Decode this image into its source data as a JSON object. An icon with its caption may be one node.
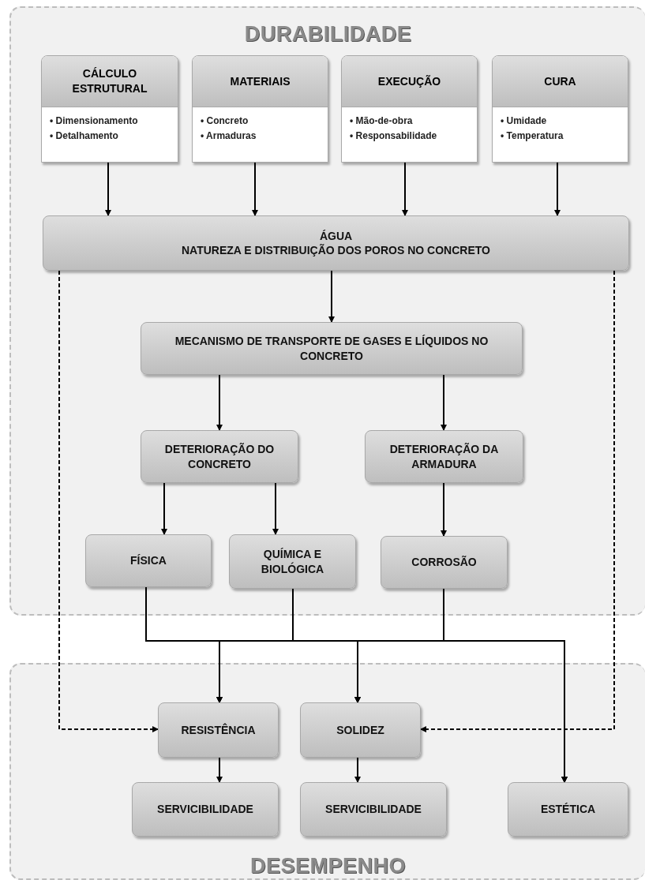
{
  "diagram": {
    "nodes": [
      {
        "text": [
          "DURABILIDADE"
        ]
      },
      {
        "text": [
          "CÁLCULO ESTRUTURAL",
          "• Dimensionamento",
          "• Detalhamento"
        ],
        "in": 0
      },
      {
        "text": [
          "MATERIAIS",
          "• Concreto",
          "• Armaduras"
        ],
        "in": 0
      },
      {
        "text": [
          "EXECUÇÃO",
          "• Mão-de-obra",
          "• Responsabilidade"
        ],
        "in": 0
      },
      {
        "text": [
          "CURA",
          "• Umidade",
          "• Temperatura"
        ],
        "in": 0
      },
      {
        "text": [
          "ÁGUA",
          "NATUREZA E DISTRIBUIÇÃO DOS POROS NO CONCRETO"
        ],
        "in": 0
      },
      {
        "text": [
          "MECANISMO DE TRANSPORTE DE GASES E LÍQUIDOS NO CONCRETO"
        ],
        "in": 0
      },
      {
        "text": [
          "DETERIORAÇÃO DO CONCRETO"
        ],
        "in": 0
      },
      {
        "text": [
          "DETERIORAÇÃO DA ARMADURA"
        ],
        "in": 0
      },
      {
        "text": [
          "FÍSICA"
        ],
        "in": 0
      },
      {
        "text": [
          "QUÍMICA E BIOLÓGICA"
        ],
        "in": 0
      },
      {
        "text": [
          "CORROSÃO"
        ],
        "in": 0
      },
      {
        "text": [
          "DESEMPENHO"
        ]
      },
      {
        "text": [
          "RESISTÊNCIA"
        ],
        "in": 12
      },
      {
        "text": [
          "SOLIDEZ"
        ],
        "in": 12
      },
      {
        "text": [
          "SERVICIBILIDADE"
        ],
        "in": 12
      },
      {
        "text": [
          "SERVICIBILIDADE"
        ],
        "in": 12
      },
      {
        "text": [
          "ESTÉTICA"
        ],
        "in": 12
      }
    ],
    "edges": [
      {
        "from": 1,
        "to": 5,
        "arrow": "to"
      },
      {
        "from": 2,
        "to": 5,
        "arrow": "to"
      },
      {
        "from": 3,
        "to": 5,
        "arrow": "to"
      },
      {
        "from": 4,
        "to": 5,
        "arrow": "to"
      },
      {
        "from": 5,
        "to": 6,
        "arrow": "to"
      },
      {
        "from": 6,
        "to": 7,
        "arrow": "to"
      },
      {
        "from": 6,
        "to": 8,
        "arrow": "to"
      },
      {
        "from": 7,
        "to": 9,
        "arrow": "to"
      },
      {
        "from": 7,
        "to": 10,
        "arrow": "to"
      },
      {
        "from": 8,
        "to": 11,
        "arrow": "to"
      },
      {
        "from": 9,
        "to": 13,
        "arrow": "to"
      },
      {
        "from": 9,
        "to": 14,
        "arrow": "to"
      },
      {
        "from": 9,
        "to": 17,
        "arrow": "to"
      },
      {
        "from": 10,
        "to": 13,
        "arrow": "to"
      },
      {
        "from": 10,
        "to": 14,
        "arrow": "to"
      },
      {
        "from": 10,
        "to": 17,
        "arrow": "to"
      },
      {
        "from": 11,
        "to": 13,
        "arrow": "to"
      },
      {
        "from": 11,
        "to": 14,
        "arrow": "to"
      },
      {
        "from": 11,
        "to": 17,
        "arrow": "to"
      },
      {
        "from": 5,
        "to": 13,
        "arrow": "to",
        "style": "dashed"
      },
      {
        "from": 5,
        "to": 14,
        "arrow": "to",
        "style": "dashed"
      },
      {
        "from": 13,
        "to": 15,
        "arrow": "to"
      },
      {
        "from": 14,
        "to": 16,
        "arrow": "to"
      }
    ]
  }
}
